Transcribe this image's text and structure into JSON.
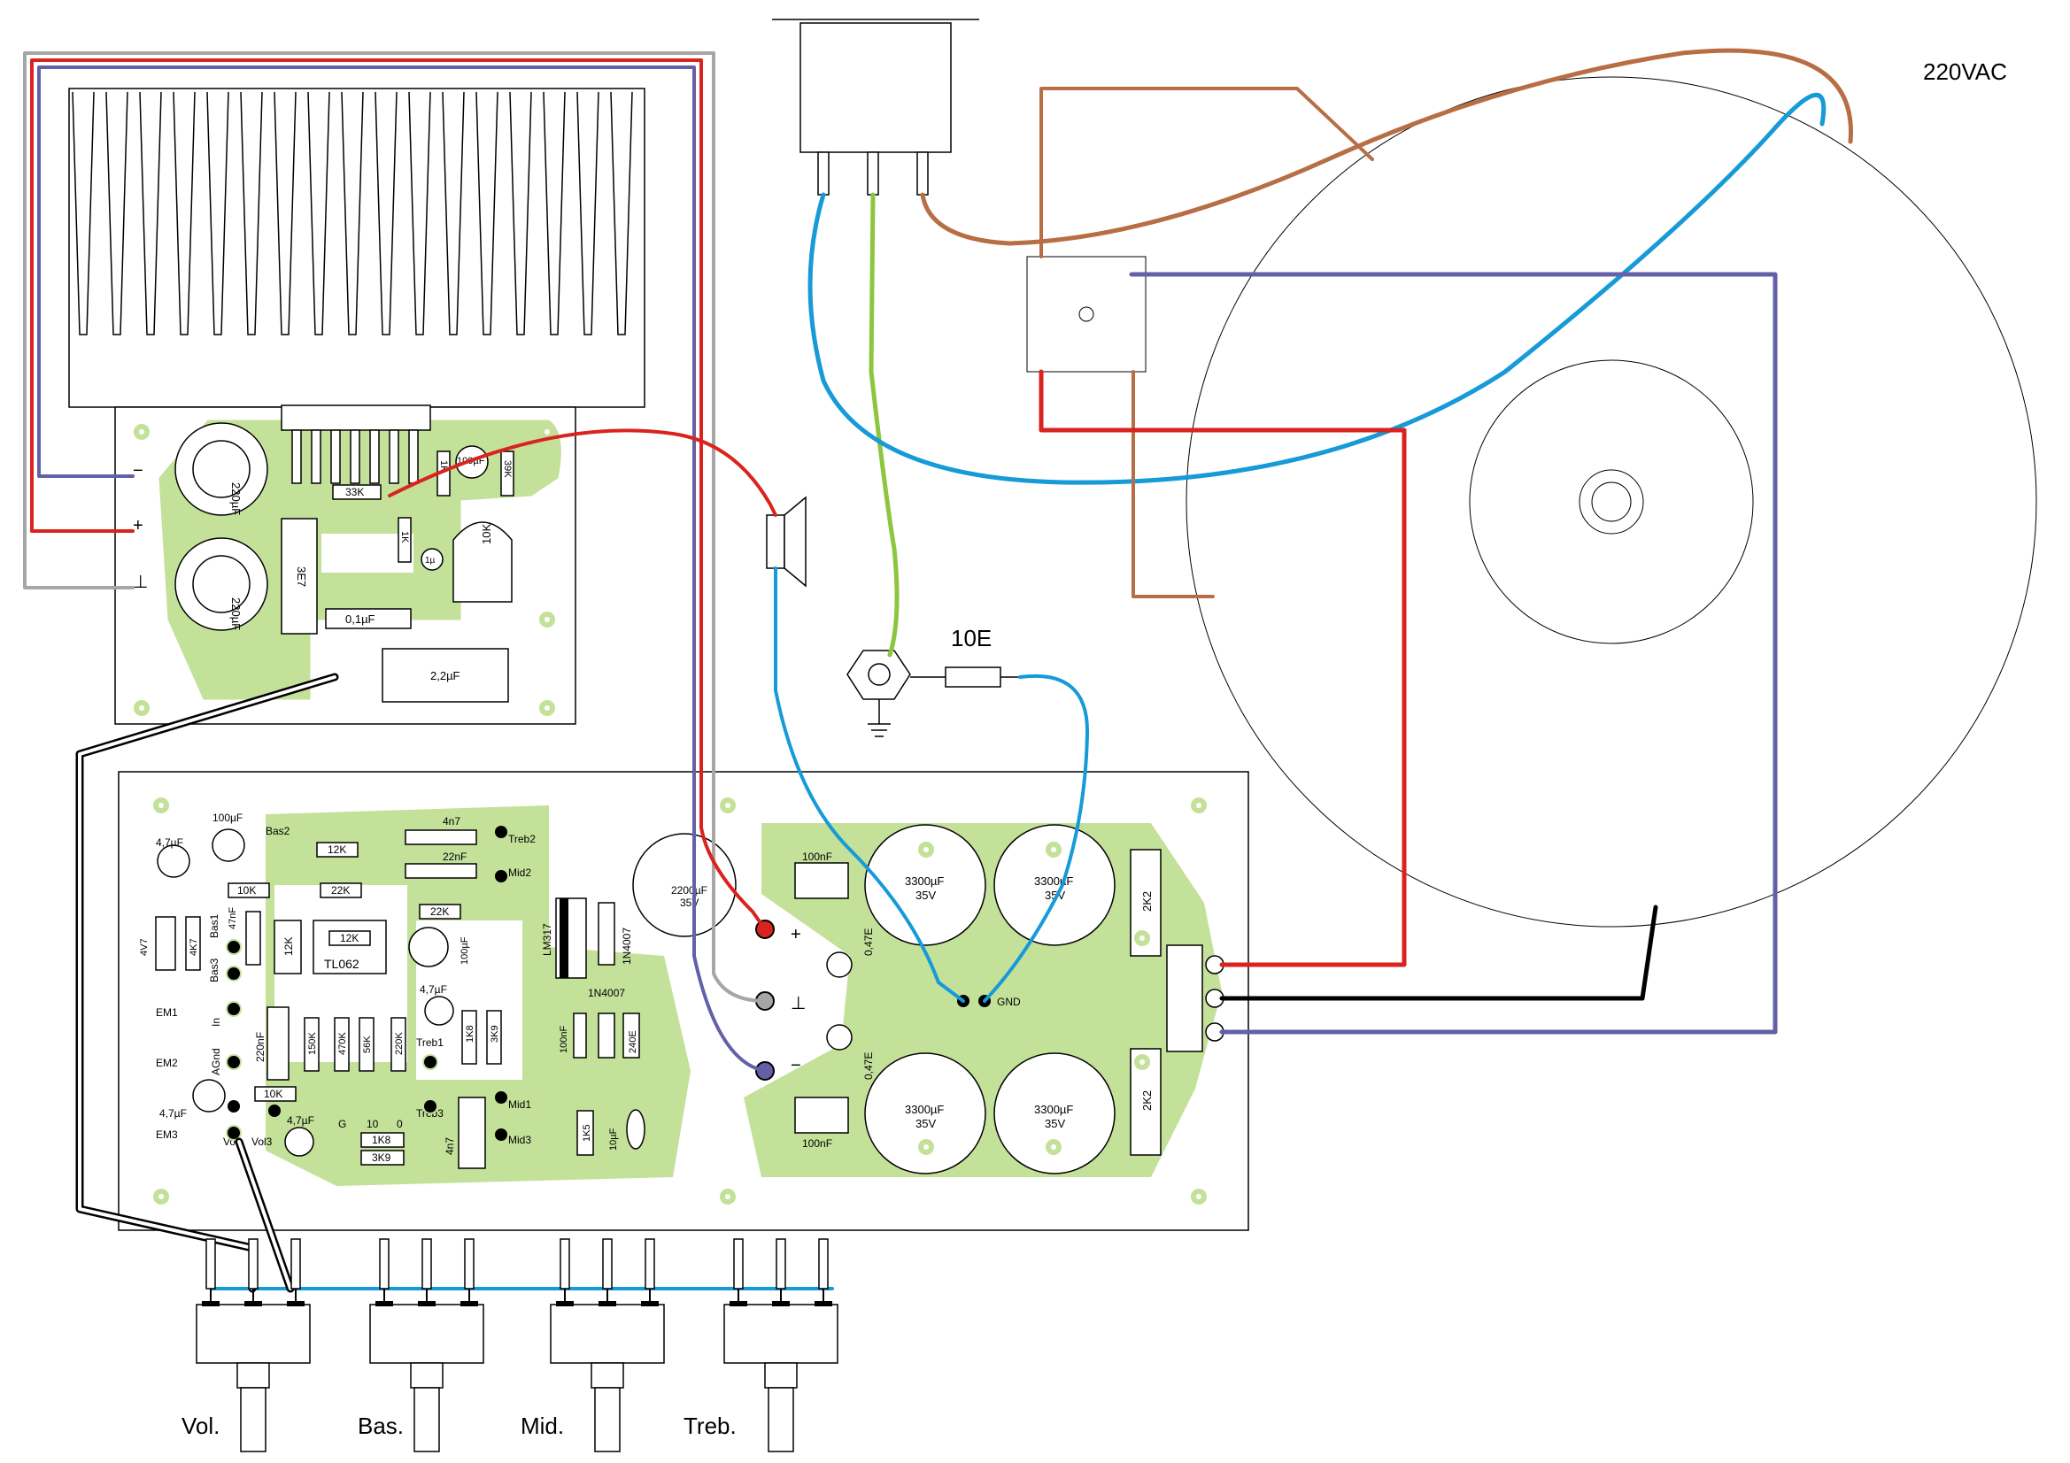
{
  "labels": {
    "mains": "220VAC",
    "resistor_10e": "10E",
    "pot_vol": "Vol.",
    "pot_bas": "Bas.",
    "pot_mid": "Mid.",
    "pot_treb": "Treb."
  },
  "amp_board": {
    "cap_top": "220µF",
    "cap_bottom": "220µF",
    "r_33k": "33K",
    "r_1k_a": "1K",
    "r_39k": "39K",
    "cap_100uf": "100µF",
    "r_1k_b": "1K",
    "cap_1u": "1µ",
    "pot_10k": "10K",
    "ic": "3E7",
    "cap_01uf": "0,1µF",
    "cap_22uf": "2,2µF",
    "plus": "+",
    "minus": "−",
    "ground": "⊥"
  },
  "pre_board": {
    "c_47_a": "4,7µF",
    "c_100uf_a": "100µF",
    "bas2": "Bas2",
    "r_12k_a": "12K",
    "c_4n7_a": "4n7",
    "treb2": "Treb2",
    "c_22nf": "22nF",
    "mid2": "Mid2",
    "r_10k_a": "10K",
    "r_22k_a": "22K",
    "r_22k_b": "22K",
    "c_47nf": "47nF",
    "bas1": "Bas1",
    "bas3": "Bas3",
    "r_12k_b": "12K",
    "r_12k_c": "12K",
    "ic": "TL062",
    "c_100uf_b": "100µF",
    "zener": "4V7",
    "r_4k7": "4K7",
    "em1": "EM1",
    "in": "In",
    "c_220nf": "220nF",
    "r_150k": "150K",
    "r_470k": "470K",
    "r_56k": "56K",
    "r_220k": "220K",
    "c_47_b": "4,7µF",
    "treb1": "Treb1",
    "r_1k8_a": "1K8",
    "r_3k9_a": "3K9",
    "em2": "EM2",
    "agnd": "AGnd",
    "treb3": "Treb3",
    "c_47_c": "4,7µF",
    "r_10k_b": "10K",
    "c_47_d": "4,7µF",
    "mid1": "Mid1",
    "em3": "EM3",
    "vo": "Vo",
    "vol3": "Vol3",
    "g": "G",
    "g10": "10",
    "g0": "0",
    "r_1k8_b": "1K8",
    "r_3k9_b": "3K9",
    "c_4n7_b": "4n7",
    "mid3": "Mid3"
  },
  "psu_board": {
    "c_2200": "2200µF",
    "c_2200_v": "35V",
    "reg": "LM317",
    "d1": "1N4007",
    "d2": "1N4007",
    "c_100nf": "100nF",
    "r_240e": "240E",
    "r_1k5": "1K5",
    "c_10uf": "10µF",
    "cap_100nf_top": "100nF",
    "cap_100nf_bot": "100nF",
    "c_3300": "3300µF",
    "c_35v": "35V",
    "r_047": "0,47E",
    "r_2k2": "2K2",
    "gnd": "GND",
    "plus": "+",
    "minus": "−",
    "ground": "⊥"
  },
  "colors": {
    "trace": "#c3e199",
    "red": "#d9231f",
    "blue": "#169ad8",
    "brown": "#b86e45",
    "green": "#8cc63f",
    "purple": "#6360a8",
    "gray": "#a6a6a6",
    "black": "#000000"
  }
}
